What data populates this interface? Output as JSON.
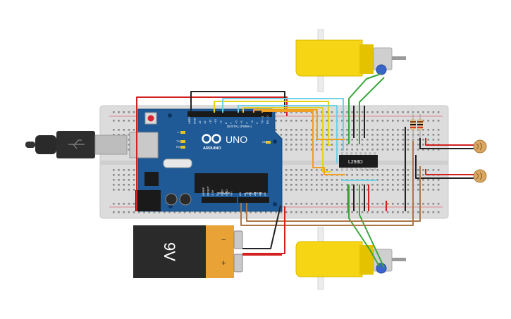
{
  "arduino": {
    "brand": "ARDUINO",
    "model": "UNO",
    "digital_header": "DIGITAL (PWM~)",
    "power_header": "POWER",
    "analog_header": "ANALOG IN",
    "led_tx": "TX",
    "led_rx": "RX",
    "led_l": "L",
    "led_on": "ON",
    "digital_pins": [
      "AREF",
      "GND",
      "13",
      "12",
      "~11",
      "~10",
      "~9",
      "8",
      "7",
      "~6",
      "~5",
      "4",
      "~3",
      "2",
      "TX→1",
      "RX←0"
    ],
    "power_pins": [
      "IOREF",
      "RESET",
      "3.3V",
      "5V",
      "GND",
      "GND",
      "Vin"
    ],
    "analog_pins": [
      "A0",
      "A1",
      "A2",
      "A3",
      "A4",
      "A5"
    ]
  },
  "battery": {
    "label": "9V",
    "minus": "−",
    "plus": "+"
  },
  "driver_ic": {
    "label": "L293D"
  },
  "colors": {
    "wire_red": "#d32020",
    "wire_black": "#222222",
    "wire_orange": "#f0a020",
    "wire_yellow": "#e6d21a",
    "wire_cyan": "#6fd0e6",
    "wire_green": "#3aa63a",
    "wire_brown": "#a9774a",
    "board_blue": "#1f5a97",
    "motor_yellow": "#f6d614"
  }
}
